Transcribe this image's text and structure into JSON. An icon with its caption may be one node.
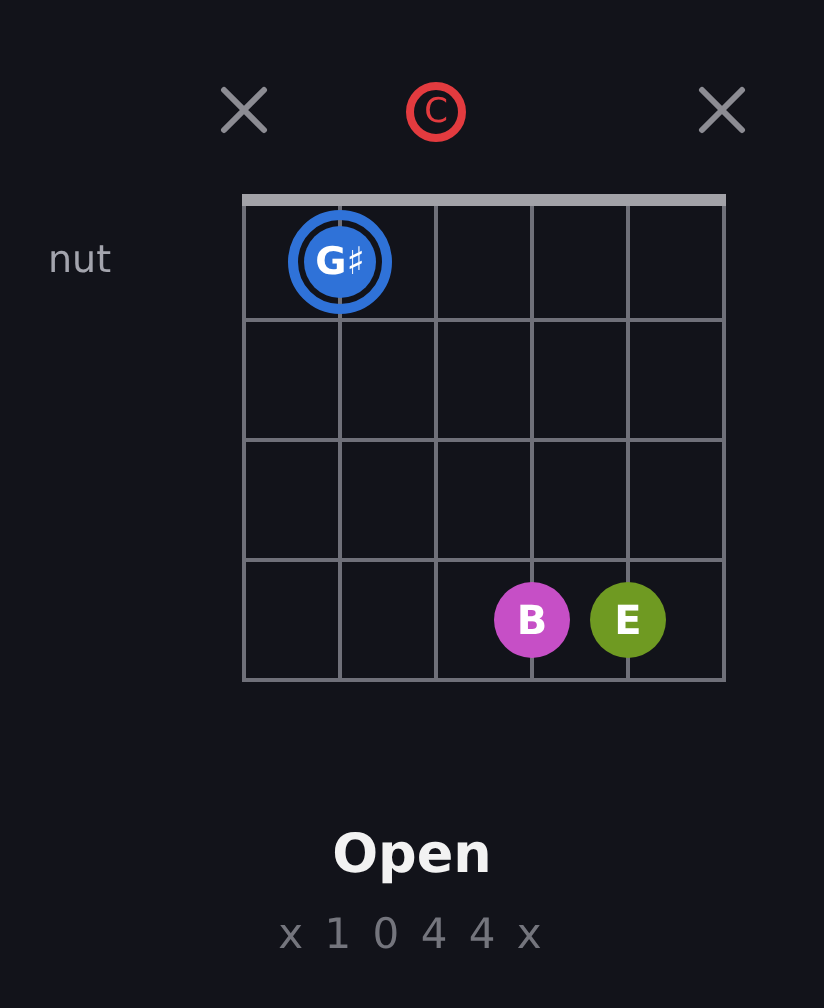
{
  "diagram": {
    "title": "Open",
    "nodes": [
      {
        "text": [
          "C"
        ]
      },
      {
        "text": [
          "G♯"
        ]
      },
      {
        "text": [
          "B"
        ]
      },
      {
        "text": [
          "E"
        ]
      }
    ],
    "labels": [
      "nut",
      "x 1 0 4 4 x"
    ]
  }
}
